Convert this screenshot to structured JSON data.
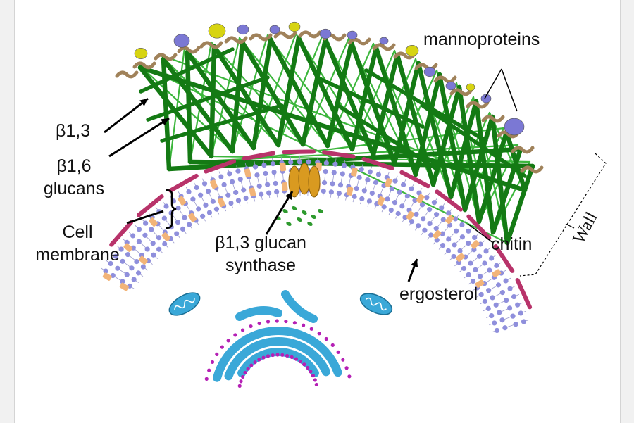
{
  "labels": {
    "mannoproteins": "mannoproteins",
    "beta13": "β1,3",
    "beta16": "β1,6",
    "glucans": "glucans",
    "cell": "Cell",
    "membrane": "membrane",
    "synthase_line1": "β1,3 glucan",
    "synthase_line2": "synthase",
    "chitin": "chitin",
    "ergosterol": "ergosterol",
    "wall": "Wall"
  },
  "colors": {
    "glucan_dark": "#147a14",
    "glucan_light": "#3cb63c",
    "mannan_tan": "#a0825a",
    "mannoprotein_purple": "#7b78d4",
    "mannoprotein_yellow": "#d7d412",
    "chitin": "#b8336a",
    "lipid_head": "#8f8fdc",
    "ergosterol": "#f2b478",
    "synthase": "#d99a20",
    "glucan_product": "#2e9a2e",
    "organelle": "#3aa8d8",
    "ribosome": "#b520b5"
  }
}
